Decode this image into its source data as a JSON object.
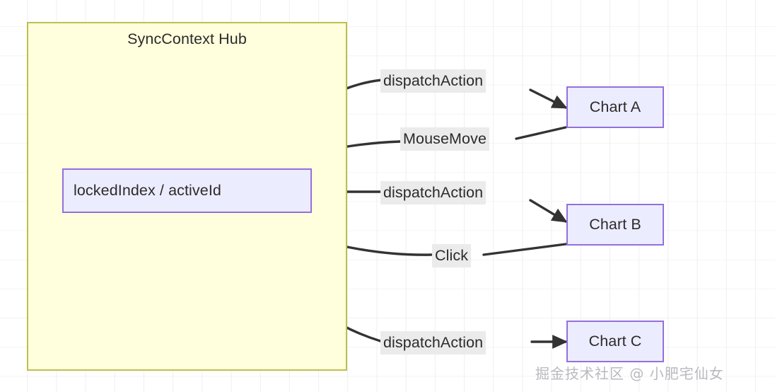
{
  "diagram": {
    "type": "flowchart",
    "hub": {
      "title": "SyncContext Hub",
      "state_node": "lockedIndex / activeId",
      "fill_color": "#ffffdd",
      "border_color": "#bfbf4d"
    },
    "nodes": [
      {
        "id": "chart-a",
        "label": "Chart A",
        "fill_color": "#ececff",
        "border_color": "#9370db"
      },
      {
        "id": "chart-b",
        "label": "Chart B",
        "fill_color": "#ececff",
        "border_color": "#9370db"
      },
      {
        "id": "chart-c",
        "label": "Chart C",
        "fill_color": "#ececff",
        "border_color": "#9370db"
      }
    ],
    "edges": [
      {
        "from": "lockedIndex / activeId",
        "to": "Chart A",
        "label": "dispatchAction",
        "direction": "out"
      },
      {
        "from": "Chart A",
        "to": "lockedIndex / activeId",
        "label": "MouseMove",
        "direction": "in"
      },
      {
        "from": "lockedIndex / activeId",
        "to": "Chart B",
        "label": "dispatchAction",
        "direction": "out"
      },
      {
        "from": "Chart B",
        "to": "lockedIndex / activeId",
        "label": "Click",
        "direction": "in"
      },
      {
        "from": "lockedIndex / activeId",
        "to": "Chart C",
        "label": "dispatchAction",
        "direction": "out"
      }
    ],
    "edge_label_bg": "#ebebeb",
    "edge_stroke": "#333333"
  },
  "watermark": "掘金技术社区 @ 小肥宅仙女"
}
